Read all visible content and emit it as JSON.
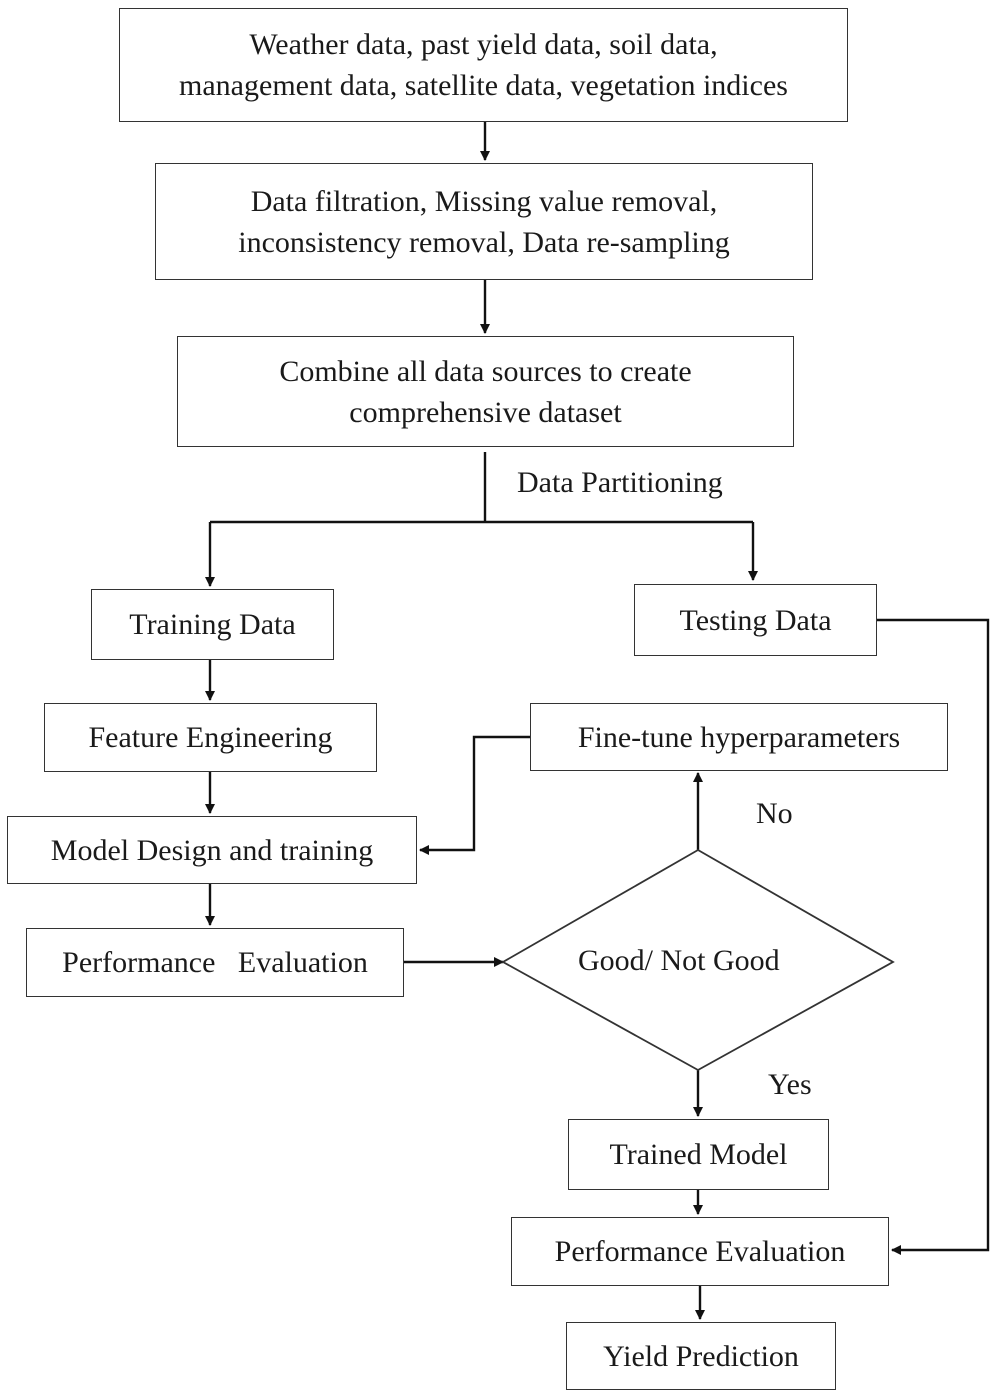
{
  "nodes": {
    "data_sources": [
      "Weather data, past yield data, soil data,",
      "management data, satellite data, vegetation indices"
    ],
    "preprocessing": [
      "Data filtration, Missing value removal,",
      "inconsistency removal, Data re-sampling"
    ],
    "combine": [
      "Combine all data sources to create",
      "comprehensive dataset"
    ],
    "training_data": "Training Data",
    "testing_data": "Testing Data",
    "feature_engineering": "Feature Engineering",
    "model_design": "Model Design and training",
    "performance_eval_1": "Performance   Evaluation",
    "fine_tune": "Fine-tune hyperparameters",
    "decision": "Good/ Not Good",
    "trained_model": "Trained Model",
    "performance_eval_2": "Performance Evaluation",
    "yield_prediction": "Yield Prediction"
  },
  "edge_labels": {
    "partition": "Data Partitioning",
    "no": "No",
    "yes": "Yes"
  }
}
